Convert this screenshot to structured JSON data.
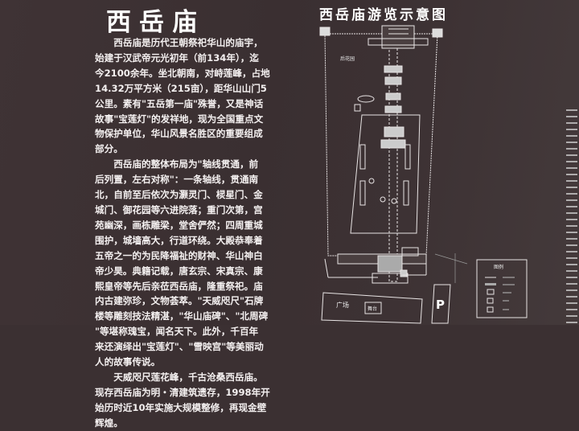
{
  "title": "西岳庙",
  "paragraphs": [
    [
      "　　西岳庙是历代王朝祭祀华山的庙宇，",
      "始建于汉武帝元光初年（前134年），迄",
      "今2100余年。坐北朝南，对峙莲峰，占地",
      "14.32万平方米（215亩），距华山山门5",
      "公里。素有\"五岳第一庙\"殊誉，又是神话",
      "故事\"宝莲灯\"的发祥地，现为全国重点文",
      "物保护单位，华山风景名胜区的重要组成",
      "部分。"
    ],
    [
      "　　西岳庙的整体布局为\"轴线贯通，前",
      "后列置，左右对称\"：一条轴线，贯通南",
      "北，自前至后依次为灏灵门、棂星门、金",
      "城门、御花园等六进院落；重门次第，宫",
      "苑幽深，画栋雕梁，堂舍俨然；四周重城",
      "围护，城墙高大，行道环绕。大殿恭奉着",
      "五帝之一的为民降福祉的财神、华山神白",
      "帝少昊。典籍记载，唐玄宗、宋真宗、康",
      "熙皇帝等先后亲莅西岳庙，隆重祭祀。庙",
      "内古建弥珍，文物荟萃。\"天威咫尺\"石牌",
      "楼等雕刻技法精湛，\"华山庙碑\"、\"北周碑",
      "\"等堪称瑰宝，闻名天下。此外，千百年",
      "来还演绎出\"宝莲灯\"、\"雪映宫\"等美丽动",
      "人的故事传说。"
    ],
    [
      "　　天威咫尺莲花峰，千古沧桑西岳庙。",
      "现存西岳庙为明・清建筑遗存，1998年开",
      "始历时近10年实施大规模整修，再现金壁",
      "辉煌。"
    ]
  ],
  "map": {
    "title": "西岳庙游览示意图",
    "garden": "后花园",
    "plaza": "广场",
    "stage": "舞台",
    "parking": "P",
    "legend_title": "图例"
  },
  "colors": {
    "board": "#3b3032",
    "text": "#f4f0f0"
  }
}
